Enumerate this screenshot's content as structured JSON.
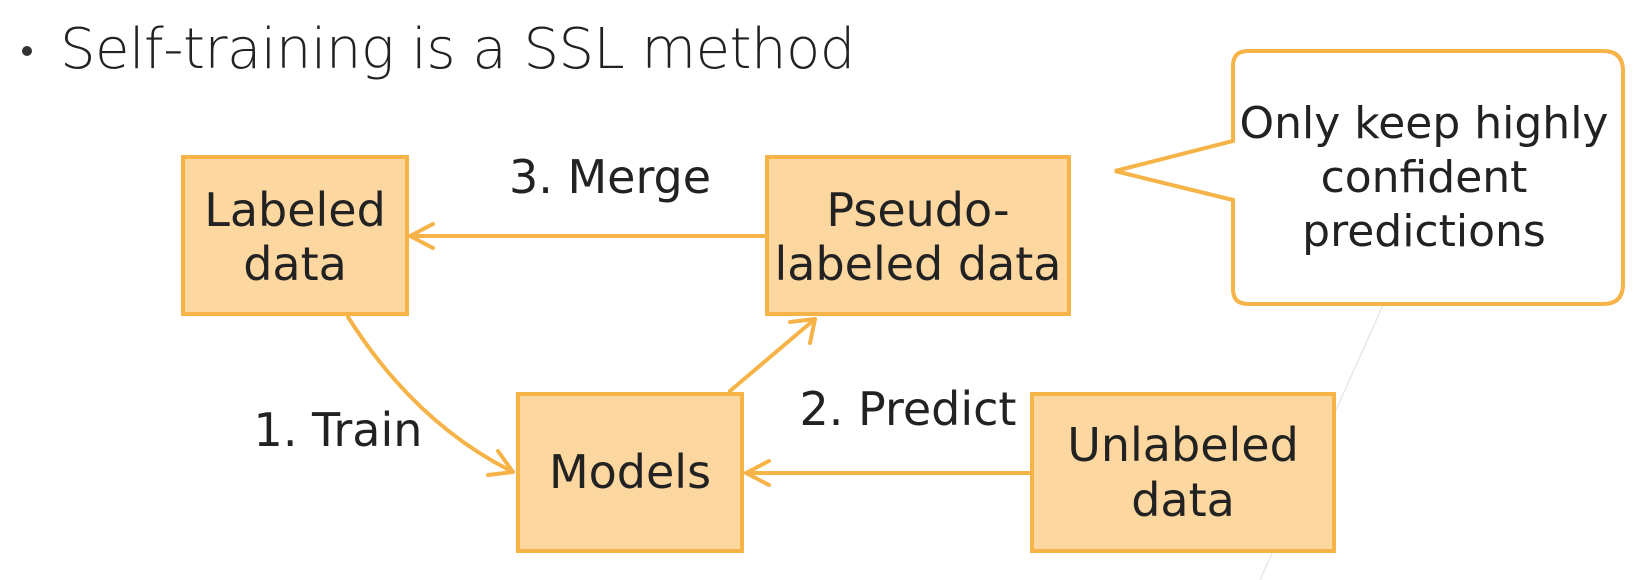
{
  "bullet": {
    "text": "Self-training is a SSL method"
  },
  "diagram": {
    "colors": {
      "box_fill": "#fdd7a0",
      "box_stroke": "#f6b347",
      "arrow": "#f6b347",
      "callout_fill": "#ffffff"
    },
    "nodes": {
      "labeled": [
        "Labeled",
        "data"
      ],
      "pseudo": [
        "Pseudo-",
        "labeled data"
      ],
      "models": [
        "Models"
      ],
      "unlabeled": [
        "Unlabeled",
        "data"
      ]
    },
    "edges": {
      "train": "1. Train",
      "predict": "2. Predict",
      "merge": "3. Merge"
    },
    "callout": [
      "Only keep highly",
      "confident",
      "predictions"
    ]
  }
}
